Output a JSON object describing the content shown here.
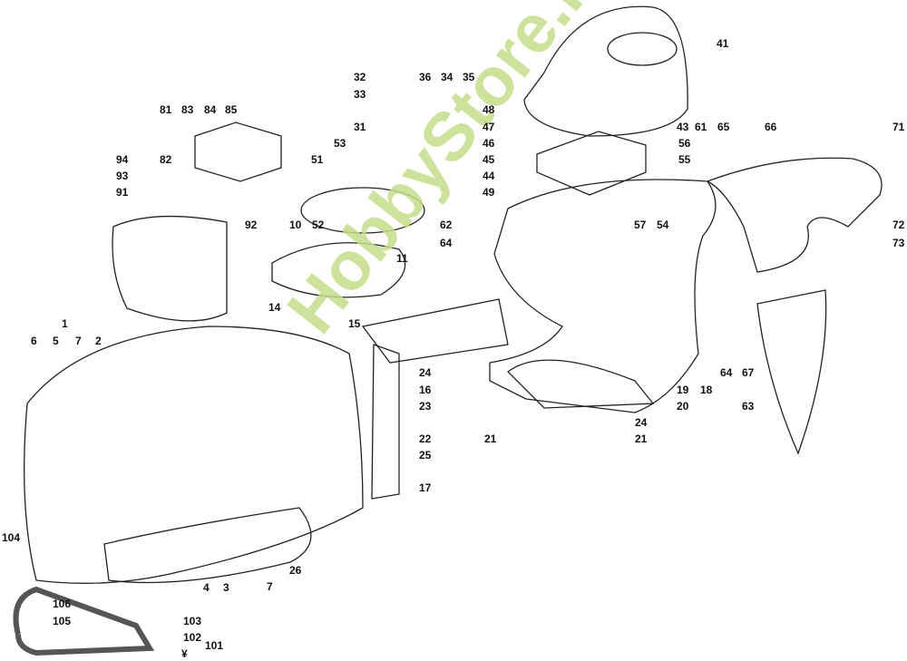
{
  "diagram": {
    "watermark": "HobbyStore.it",
    "callouts": [
      "41",
      "32",
      "36",
      "34",
      "35",
      "33",
      "31",
      "48",
      "47",
      "46",
      "45",
      "44",
      "49",
      "43",
      "56",
      "55",
      "61",
      "65",
      "66",
      "71",
      "72",
      "73",
      "81",
      "83",
      "84",
      "85",
      "82",
      "94",
      "93",
      "91",
      "92",
      "53",
      "51",
      "10",
      "52",
      "11",
      "14",
      "15",
      "1",
      "6",
      "5",
      "7",
      "2",
      "62",
      "64",
      "57",
      "54",
      "24",
      "16",
      "23",
      "22",
      "25",
      "17",
      "19",
      "20",
      "18",
      "21",
      "24",
      "21",
      "64",
      "67",
      "63",
      "26",
      "7",
      "4",
      "3",
      "104",
      "106",
      "105",
      "103",
      "102",
      "101",
      "¥"
    ]
  }
}
